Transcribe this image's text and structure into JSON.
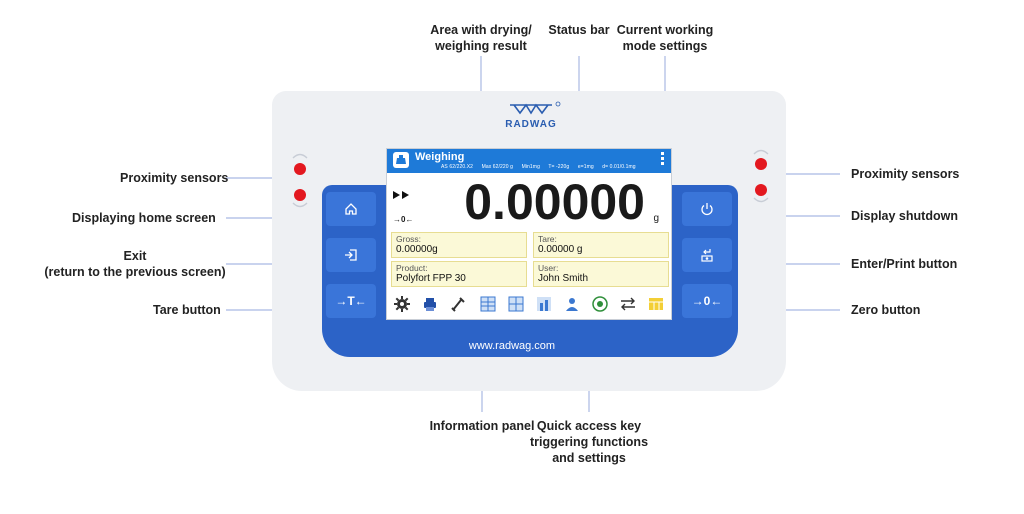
{
  "callouts": {
    "area": "Area with drying/\nweighing result",
    "status_bar": "Status bar",
    "mode_settings": "Current working\nmode settings",
    "proximity_left": "Proximity sensors",
    "proximity_right": "Proximity sensors",
    "home": "Displaying home screen",
    "exit": "Exit\n(return to the previous screen)",
    "tare": "Tare button",
    "shutdown": "Display shutdown",
    "enter": "Enter/Print button",
    "zero": "Zero button",
    "info_panel": "Information panel",
    "quick_access": "Quick access key\ntriggering functions\nand settings"
  },
  "device": {
    "brand": "RADWAG",
    "url": "www.radwag.com",
    "left_keys": {
      "tare_label": "→T←"
    },
    "right_keys": {
      "zero_label": "→0←"
    }
  },
  "screen": {
    "mode_name": "Weighing",
    "status_items": [
      "AS 62/220.X2",
      "Max 62/220 g",
      "Min1mg",
      "T= -220g",
      "e=1mg",
      "d= 0.01/0.1mg"
    ],
    "zero_indicator": "→0←",
    "value": "0.00000",
    "unit": "g",
    "info": {
      "gross_label": "Gross:",
      "gross_value": "0.00000g",
      "tare_label": "Tare:",
      "tare_value": "0.00000 g",
      "product_label": "Product:",
      "product_value": "Polyfort FPP 30",
      "user_label": "User:",
      "user_value": "John Smith"
    }
  },
  "colors": {
    "front": "#2c63c7",
    "button": "#3a75d9",
    "statusbar": "#1e7ad8",
    "sensor": "#e3181f",
    "info_cell": "#fbf9d7"
  }
}
